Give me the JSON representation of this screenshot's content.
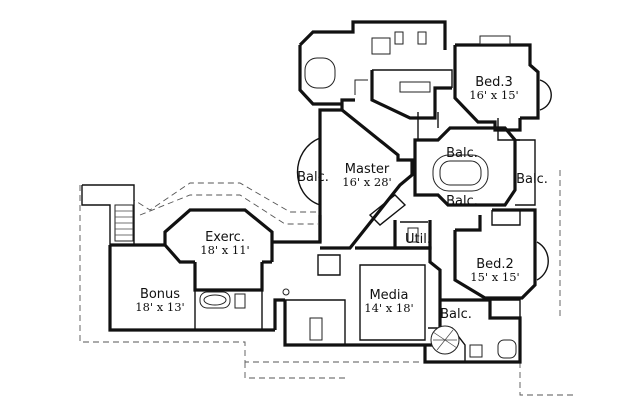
{
  "rooms": {
    "bed3": {
      "name": "Bed.3",
      "size": "16' x 15'"
    },
    "master": {
      "name": "Master",
      "size": "16' x 28'"
    },
    "exerc": {
      "name": "Exerc.",
      "size": "18' x 11'"
    },
    "bed2": {
      "name": "Bed.2",
      "size": "15' x 15'"
    },
    "bonus": {
      "name": "Bonus",
      "size": "18' x 13'"
    },
    "media": {
      "name": "Media",
      "size": "14' x 18'"
    },
    "util": {
      "name": "Util."
    }
  },
  "balconies": {
    "master_side": "Balc.",
    "center_top": "Balc.",
    "center_right": "Balc.",
    "center_bottom": "Balc.",
    "lower": "Balc."
  }
}
